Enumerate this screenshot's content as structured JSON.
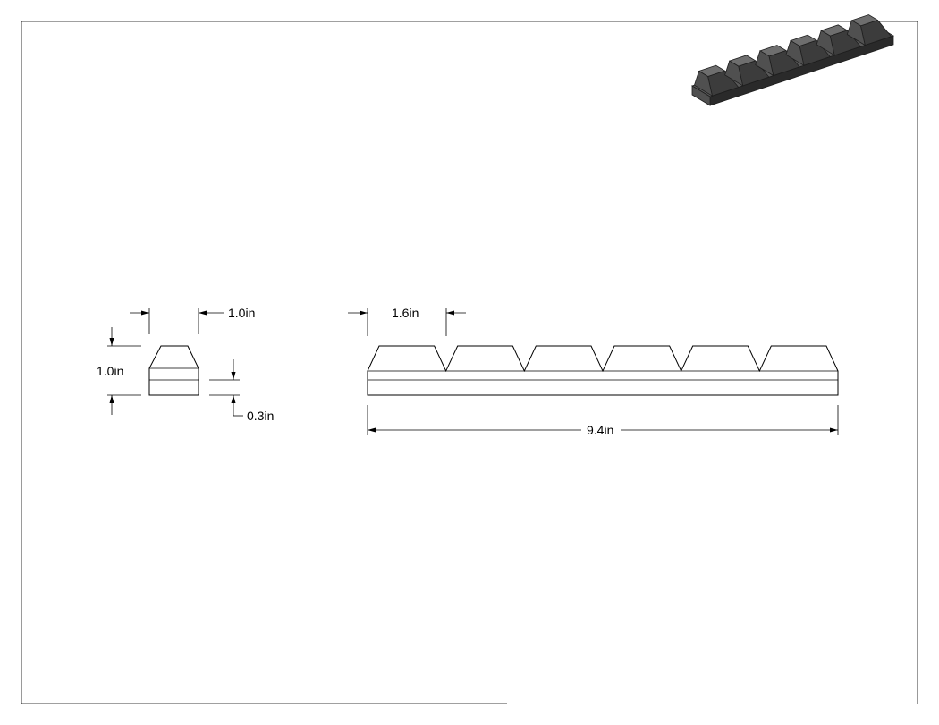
{
  "drawing": {
    "dimensions": {
      "end_view_width": "1.0in",
      "end_view_height": "1.0in",
      "base_thickness": "0.3in",
      "segment_pitch": "1.6in",
      "overall_length": "9.4in"
    },
    "segment_count": 6,
    "iso_colors": {
      "top": "#6e6e6e",
      "front": "#3c3c3c",
      "side": "#505050",
      "base_front": "#2a2a2a",
      "base_top": "#5a5a5a"
    }
  }
}
